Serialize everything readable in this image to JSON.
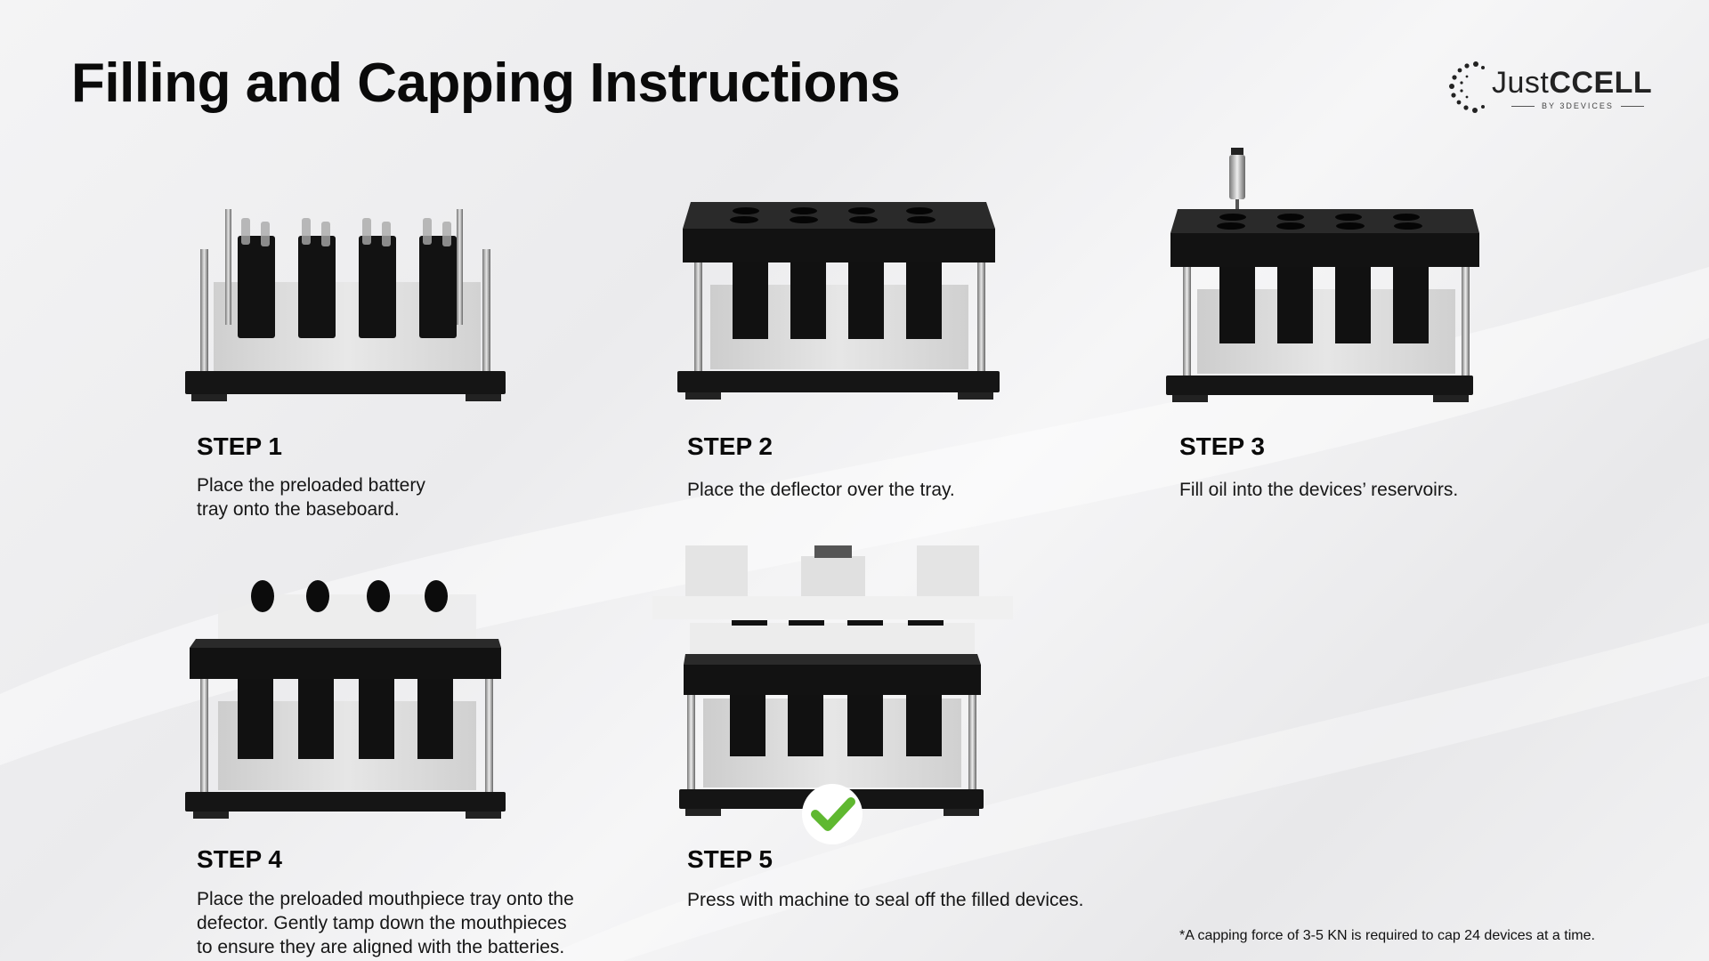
{
  "title": "Filling and Capping Instructions",
  "logo": {
    "brand_light": "Just",
    "brand_bold": "CCELL",
    "sub": "BY 3DEVICES"
  },
  "steps": [
    {
      "title": "STEP 1",
      "lines": [
        "Place the preloaded battery",
        "tray onto the baseboard."
      ]
    },
    {
      "title": "STEP 2",
      "lines": [
        "Place the deflector over the tray."
      ]
    },
    {
      "title": "STEP 3",
      "lines": [
        "Fill oil into the devices’ reservoirs."
      ]
    },
    {
      "title": "STEP 4",
      "lines": [
        "Place the preloaded mouthpiece tray onto the",
        "defector. Gently tamp down the mouthpieces",
        "to ensure they are aligned with the batteries."
      ]
    },
    {
      "title": "STEP 5",
      "lines": [
        "Press with machine to seal off the filled devices."
      ]
    }
  ],
  "footnote": "*A capping force of 3-5 KN is required to cap 24 devices at a time.",
  "colors": {
    "check_green": "#5fb830",
    "frame_black": "#141414",
    "foam": "#dcdcdc"
  }
}
